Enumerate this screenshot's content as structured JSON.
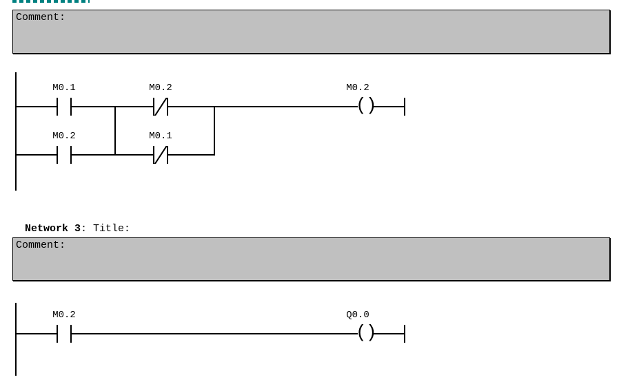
{
  "editor": {
    "app": "ladder-logic-editor",
    "background_color": "#ffffff",
    "line_color": "#000000",
    "comment_bg_color": "#c0c0c0",
    "selection_color": "#008080"
  },
  "networks": [
    {
      "id": "network-2-partial",
      "title_visible": false,
      "comment": {
        "label": "Comment:"
      },
      "rungs": [
        {
          "branches": [
            {
              "elements": [
                {
                  "kind": "contact-no",
                  "operand": "M0.1"
                },
                {
                  "kind": "contact-nc",
                  "operand": "M0.2"
                }
              ]
            },
            {
              "elements": [
                {
                  "kind": "contact-no",
                  "operand": "M0.2"
                },
                {
                  "kind": "contact-nc",
                  "operand": "M0.1"
                }
              ]
            }
          ],
          "output": {
            "kind": "coil",
            "operand": "M0.2"
          }
        }
      ]
    },
    {
      "id": "network-3",
      "title_visible": true,
      "title": {
        "network_label": "Network 3",
        "separator": ": ",
        "title_text": "Title:"
      },
      "comment": {
        "label": "Comment:"
      },
      "rungs": [
        {
          "branches": [
            {
              "elements": [
                {
                  "kind": "contact-no",
                  "operand": "M0.2"
                }
              ]
            }
          ],
          "output": {
            "kind": "coil",
            "operand": "Q0.0"
          }
        }
      ]
    }
  ]
}
